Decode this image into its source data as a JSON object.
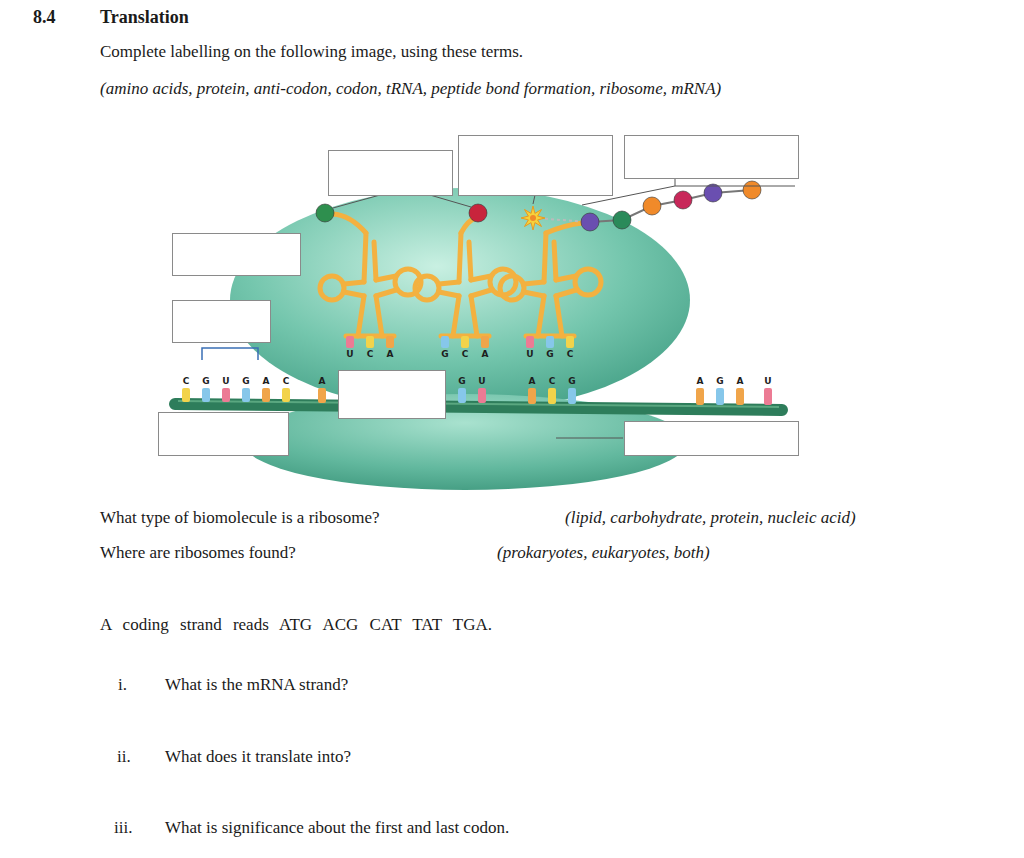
{
  "diagram": {
    "title": "Translation",
    "labels": [
      "8.4",
      "Complete labelling on the following image, using these terms.",
      "(amino acids, protein, anti-codon, codon, tRNA, peptide bond formation, ribosome, mRNA)",
      "U",
      "C",
      "A",
      "G",
      "C",
      "A",
      "U",
      "G",
      "C",
      "C",
      "G",
      "U",
      "G",
      "A",
      "C",
      "A",
      "G",
      "U",
      "A",
      "C",
      "G",
      "A",
      "G",
      "A",
      "U",
      "What type of biomolecule is a ribosome?",
      "(lipid, carbohydrate, protein, nucleic acid)",
      "Where are ribosomes found?",
      "(prokaryotes, eukaryotes, both)",
      "A coding strand reads ATG ACG CAT TAT TGA.",
      "i.",
      "What is the mRNA strand?",
      "ii.",
      "What does it translate into?",
      "iii.",
      "What is significance about the first and last codon."
    ]
  }
}
